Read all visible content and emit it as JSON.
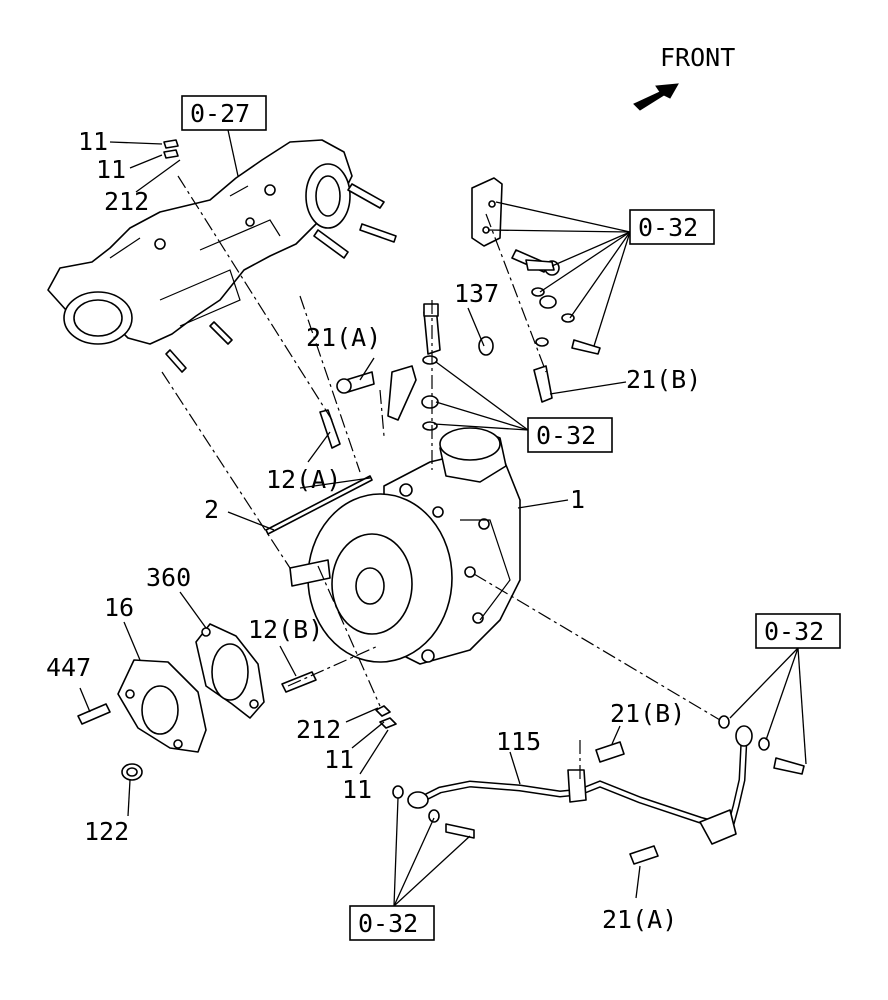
{
  "direction_label": "FRONT",
  "references": {
    "r1": "0-27",
    "r2": "0-32",
    "r3": "0-32",
    "r4": "0-32",
    "r5": "0-32"
  },
  "callouts": {
    "c11a": "11",
    "c11b": "11",
    "c212a": "212",
    "c137": "137",
    "c21a_top": "21(A)",
    "c21b_top": "21(B)",
    "c12a": "12(A)",
    "c2": "2",
    "c1": "1",
    "c360": "360",
    "c16": "16",
    "c12b": "12(B)",
    "c447": "447",
    "c212b": "212",
    "c11c": "11",
    "c11d": "11",
    "c115": "115",
    "c21b_bot": "21(B)",
    "c122": "122",
    "c21a_bot": "21(A)"
  },
  "icons": {
    "front_arrow": "arrow-icon"
  }
}
